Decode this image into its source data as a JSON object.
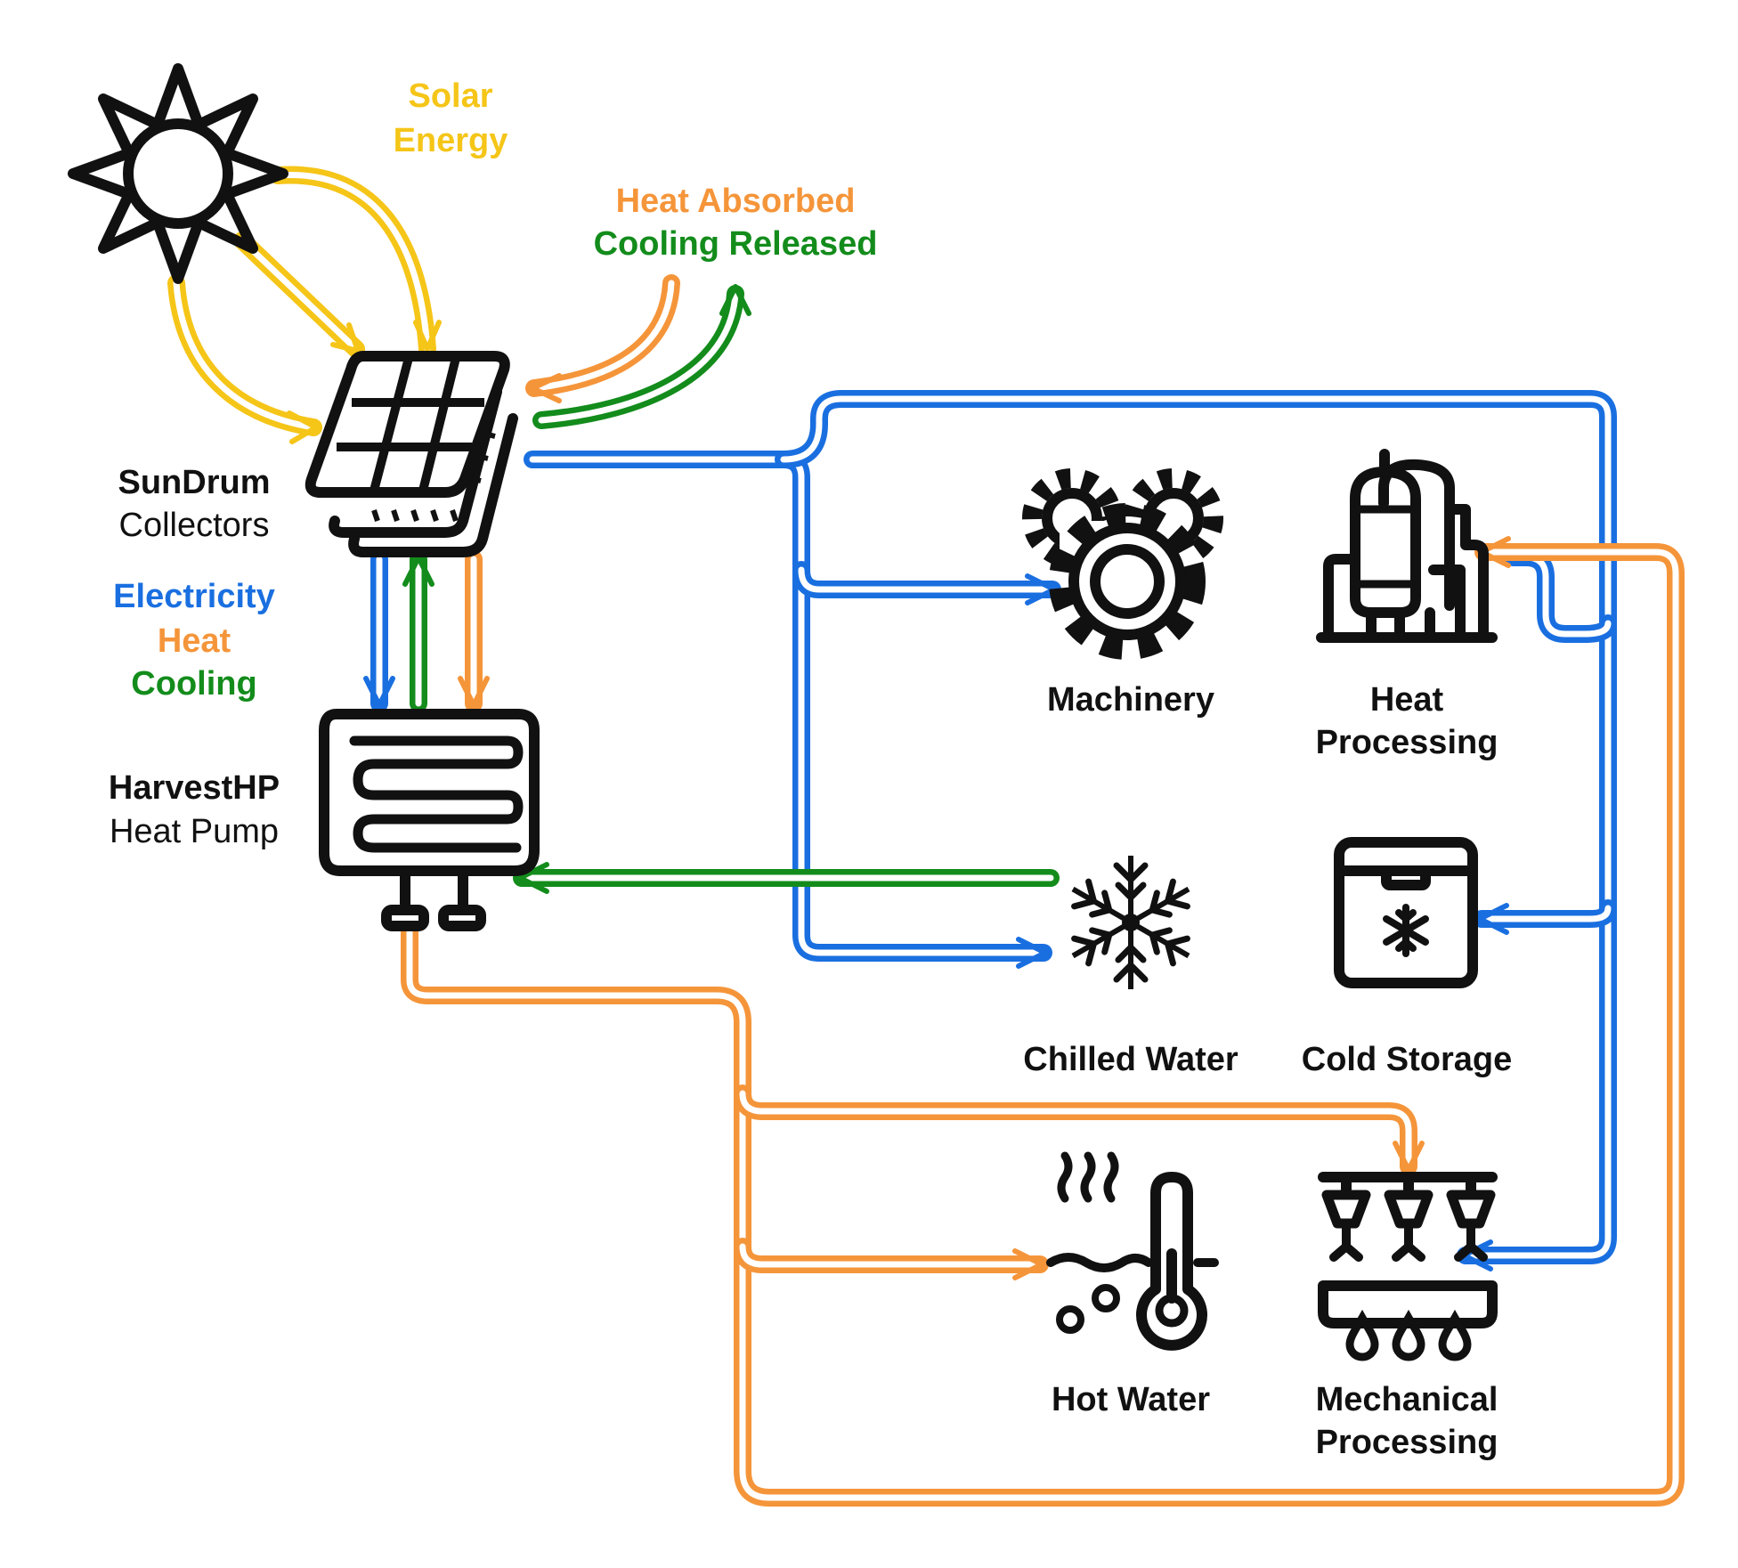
{
  "colors": {
    "solar": "#f5c518",
    "heat": "#f5953a",
    "cooling": "#138c1c",
    "electricity": "#1a6fe0",
    "ink": "#111111"
  },
  "labels": {
    "solar_energy": [
      "Solar",
      "Energy"
    ],
    "heat_absorbed": "Heat Absorbed",
    "cooling_released": "Cooling Released",
    "collector_name": "SunDrum",
    "collector_sub": "Collectors",
    "flow_electricity": "Electricity",
    "flow_heat": "Heat",
    "flow_cooling": "Cooling",
    "heatpump_name": "HarvestHP",
    "heatpump_sub": "Heat Pump"
  },
  "nodes": {
    "machinery": [
      "Machinery"
    ],
    "heat_processing": [
      "Heat",
      "Processing"
    ],
    "chilled_water": [
      "Chilled Water"
    ],
    "cold_storage": [
      "Cold Storage"
    ],
    "hot_water": [
      "Hot Water"
    ],
    "mechanical_processing": [
      "Mechanical",
      "Processing"
    ]
  },
  "icons": {
    "sun": "sun-icon",
    "collector": "solar-panel-icon",
    "heatpump": "heat-pump-coil-icon",
    "machinery": "gears-icon",
    "heat_processing": "tanks-icon",
    "chilled_water": "snowflake-icon",
    "cold_storage": "freezer-icon",
    "hot_water": "thermometer-steam-icon",
    "mechanical_processing": "conveyor-icon"
  }
}
